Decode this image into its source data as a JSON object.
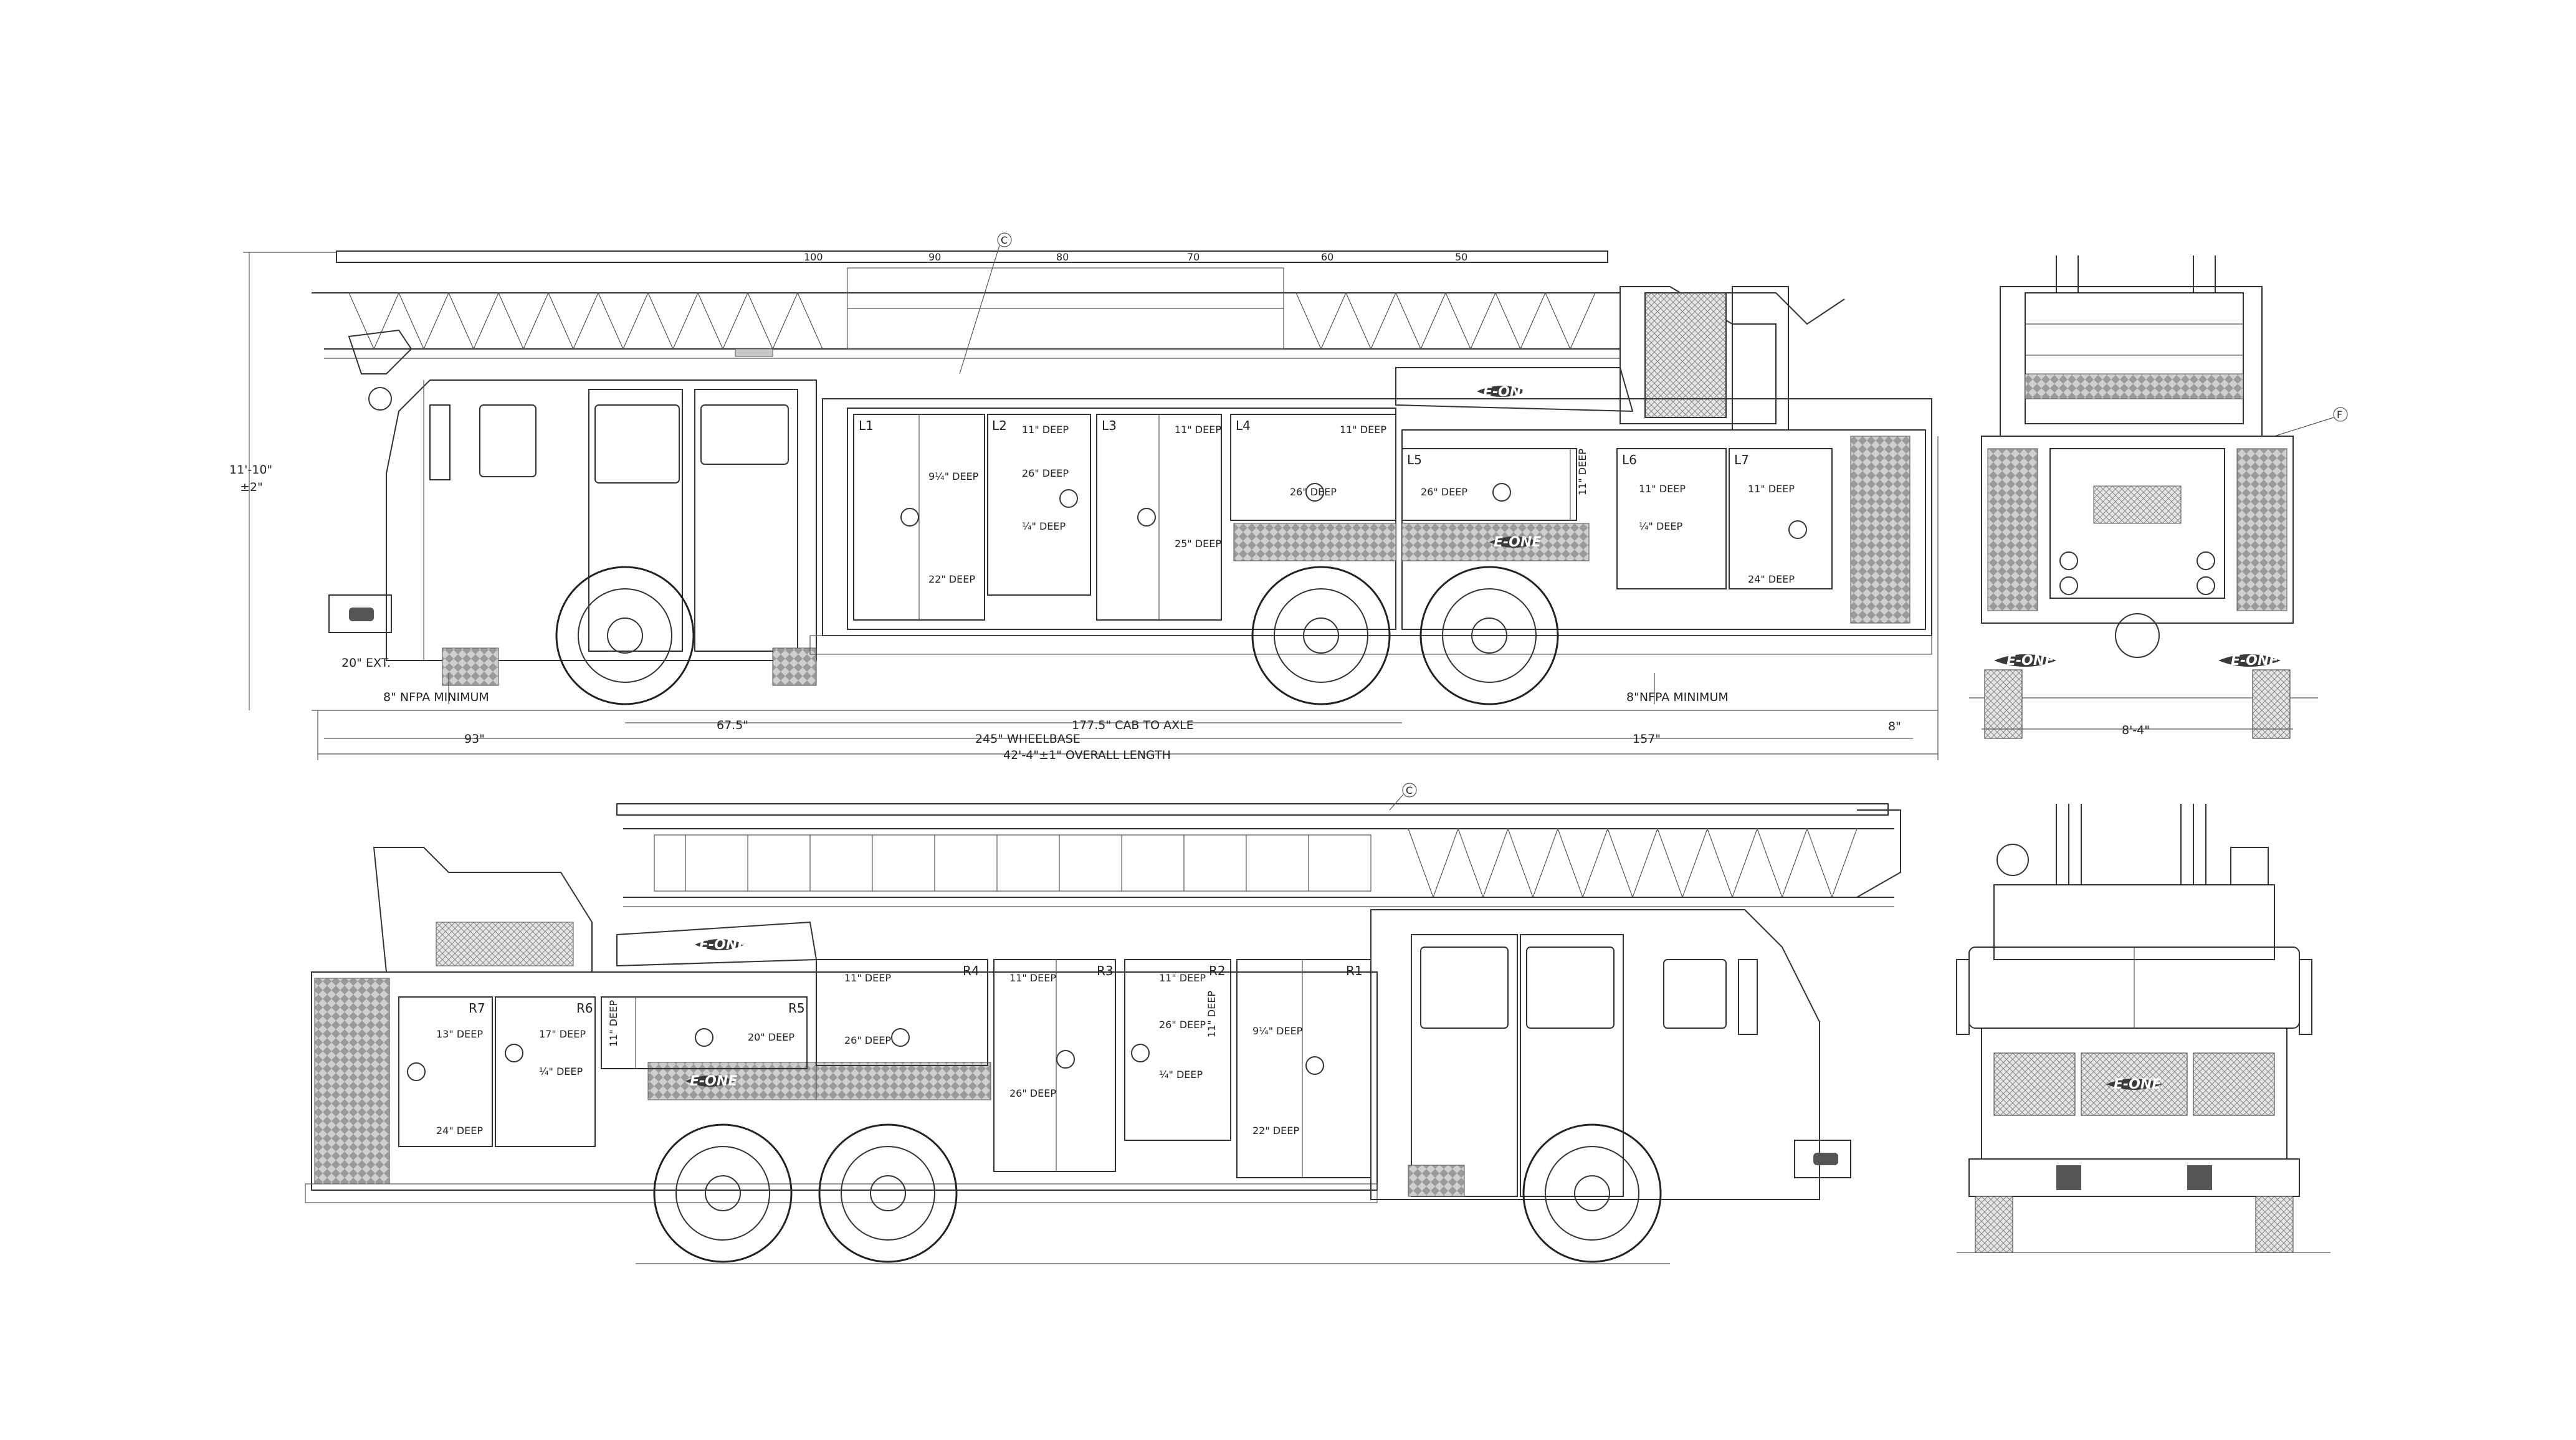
{
  "colors": {
    "line": "#333333",
    "tread": "#c9c9c9",
    "badge": "#3a3a3a",
    "background": "#ffffff"
  },
  "brand": "E-ONE",
  "callouts": {
    "c_top": "C",
    "f_rear": "F",
    "c_bottom": "C"
  },
  "ladder_marks": [
    "100",
    "90",
    "80",
    "70",
    "60",
    "50"
  ],
  "dimensions": {
    "height": "11'-10\"",
    "height_tol": "±2\"",
    "ext": "20\" EXT.",
    "nfpa_left": "8\"  NFPA MINIMUM",
    "nfpa_right": "8\"NFPA MINIMUM",
    "front_overhang": "93\"",
    "d675": "67.5\"",
    "cab_to_axle": "177.5\" CAB TO AXLE",
    "wheelbase": "245\" WHEELBASE",
    "rear_overhang": "157\"",
    "rear_8": "8\"",
    "overall_length": "42'-4\"±1\" OVERALL LENGTH",
    "rear_width": "8'-4\""
  },
  "left_side": {
    "compartments": [
      {
        "id": "L1",
        "depths": [
          "9¼\" DEEP",
          "22\" DEEP"
        ]
      },
      {
        "id": "L2",
        "depths": [
          "11\" DEEP",
          "26\" DEEP",
          "¼\" DEEP"
        ]
      },
      {
        "id": "L3",
        "depths": [
          "11\" DEEP",
          "25\" DEEP"
        ]
      },
      {
        "id": "L4",
        "depths": [
          "11\" DEEP",
          "26\" DEEP"
        ]
      },
      {
        "id": "L5",
        "depths": [
          "26\" DEEP",
          "11\" DEEP"
        ]
      },
      {
        "id": "L6",
        "depths": [
          "11\" DEEP",
          "¼\" DEEP"
        ]
      },
      {
        "id": "L7",
        "depths": [
          "11\" DEEP",
          "24\" DEEP"
        ]
      }
    ]
  },
  "right_side": {
    "compartments": [
      {
        "id": "R7",
        "depths": [
          "13\" DEEP",
          "24\" DEEP"
        ]
      },
      {
        "id": "R6",
        "depths": [
          "17\" DEEP",
          "¼\" DEEP"
        ]
      },
      {
        "id": "R5",
        "depths": [
          "11\" DEEP",
          "20\" DEEP"
        ]
      },
      {
        "id": "R4",
        "depths": [
          "11\" DEEP",
          "26\" DEEP"
        ]
      },
      {
        "id": "R3",
        "depths": [
          "11\" DEEP",
          "26\" DEEP"
        ]
      },
      {
        "id": "R2",
        "depths": [
          "11\" DEEP",
          "26\" DEEP",
          "11\" DEEP",
          "¼\" DEEP"
        ]
      },
      {
        "id": "R1",
        "depths": [
          "9¼\" DEEP",
          "22\" DEEP"
        ]
      }
    ]
  }
}
